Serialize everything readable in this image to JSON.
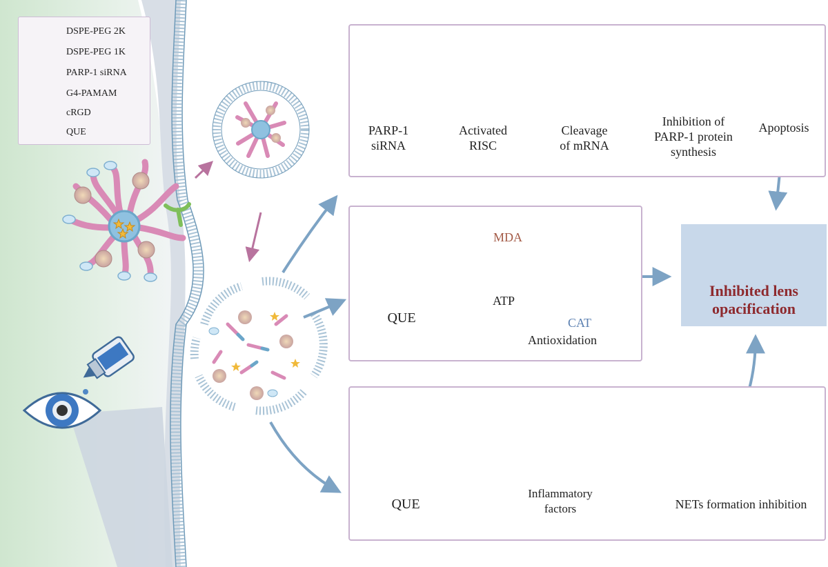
{
  "legend": {
    "items": [
      {
        "label": "DSPE-PEG 2K",
        "icon": "dspe-peg-2k-icon"
      },
      {
        "label": "DSPE-PEG 1K",
        "icon": "dspe-peg-1k-icon"
      },
      {
        "label": "PARP-1 siRNA",
        "icon": "sirna-icon"
      },
      {
        "label": "G4-PAMAM",
        "icon": "pamam-icon"
      },
      {
        "label": "cRGD",
        "icon": "crgd-icon"
      },
      {
        "label": "QUE",
        "icon": "star-icon"
      }
    ]
  },
  "top_panel": {
    "steps": [
      {
        "line1": "PARP-1",
        "line2": "siRNA"
      },
      {
        "line1": "Activated",
        "line2": "RISC"
      },
      {
        "line1": "Cleavage",
        "line2": "of mRNA"
      },
      {
        "line1": "Inhibition of",
        "line2": "PARP-1 protein",
        "line3": "synthesis"
      },
      {
        "line1": "Apoptosis"
      }
    ]
  },
  "mid_panel": {
    "que": "QUE",
    "mda": "MDA",
    "atp": "ATP",
    "cat": "CAT",
    "caption": "Antioxidation"
  },
  "bottom_panel": {
    "que": "QUE",
    "inflam1": "Inflammatory",
    "inflam2": "factors",
    "nets": "NETs formation inhibition"
  },
  "result": {
    "line1": "Inhibited lens",
    "line2": "opacification"
  },
  "colors": {
    "panel_border": "#c8b2cf",
    "arrow_blue": "#7da3c4",
    "arrow_purple": "#b8739e",
    "down_red": "#b5674f",
    "up_green": "#5aa85a",
    "result_bg": "#c8d8ea",
    "result_text": "#8e2a2e",
    "membrane": "#a9c3d6",
    "peg_pink": "#d98ab6",
    "peg_blue": "#6ba6c9",
    "star": "#f0b93a",
    "sirna_green": "#6cbf72"
  }
}
